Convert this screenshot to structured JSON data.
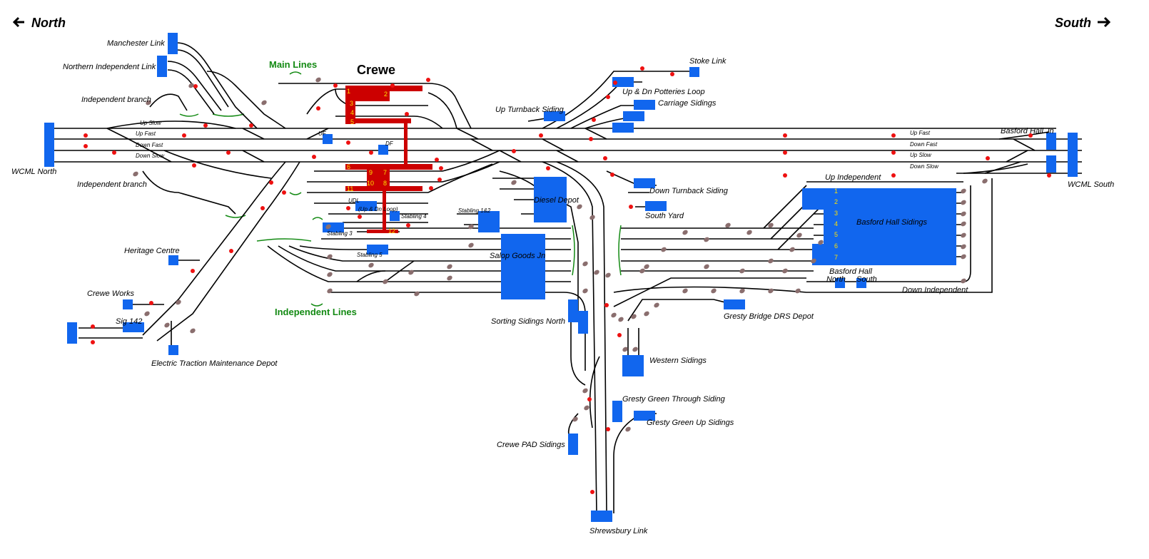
{
  "nav": {
    "north": "North",
    "south": "South"
  },
  "station": {
    "title": "Crewe"
  },
  "groups": {
    "main_lines": "Main Lines",
    "independent_lines": "Independent Lines"
  },
  "ends": {
    "wcml_north": "WCML North",
    "wcml_south": "WCML South",
    "shrewsbury": "Shrewsbury Link"
  },
  "lines_left": {
    "up_slow": "Up Slow",
    "up_fast": "Up Fast",
    "down_fast": "Down Fast",
    "down_slow": "Down Slow"
  },
  "lines_right": {
    "up_fast": "Up Fast",
    "down_fast": "Down Fast",
    "up_slow": "Up Slow",
    "down_slow": "Down Slow"
  },
  "labels": {
    "manchester_link": "Manchester Link",
    "northern_independent_link": "Northern Independent Link",
    "independent_branch_top": "Independent branch",
    "independent_branch_bottom": "Independent branch",
    "heritage_centre": "Heritage Centre",
    "crewe_works": "Crewe Works",
    "sig142": "Sig 142",
    "etmd": "Electric Traction Maintenance Depot",
    "stoke_link": "Stoke Link",
    "potteries_loop": "Up & Dn Potteries Loop",
    "carriage_sidings": "Carriage Sidings",
    "up_turnback": "Up Turnback Siding",
    "basford_hall_jn": "Basford Hall Jn",
    "up_independent": "Up Independent",
    "down_turnback": "Down Turnback Siding",
    "diesel_depot": "Diesel Depot",
    "south_yard": "South Yard",
    "basford_hall_sidings": "Basford Hall Sidings",
    "basford_hall": "Basford Hall",
    "north": "North",
    "south": "South",
    "down_independent": "Down Independent",
    "salop_goods_jn": "Salop Goods Jn",
    "sorting_sidings_north": "Sorting Sidings North",
    "gresty_bridge": "Gresty Bridge DRS Depot",
    "western_sidings": "Western Sidings",
    "gresty_green_through": "Gresty Green Through Siding",
    "gresty_green_up": "Gresty Green Up Sidings",
    "crewe_pad": "Crewe PAD Sidings",
    "uf": "UF",
    "df": "DF",
    "udl": "UDL",
    "up_dn_loop": "(Up & Dn Loop)",
    "stabling4": "Stabling 4",
    "stabling3": "Stabling 3",
    "stabling5": "Stabling 5",
    "stabling12": "Stabling 1&2"
  },
  "platforms": [
    "1",
    "2",
    "3",
    "4",
    "5",
    "6",
    "9",
    "7",
    "10",
    "8",
    "11",
    "12"
  ],
  "basford_roads": [
    "1",
    "2",
    "3",
    "4",
    "5",
    "6",
    "7"
  ],
  "colors": {
    "track_circuit": "#1166ee",
    "platform": "#cc0000",
    "signal": "#ee1111",
    "shunt_signal": "#8a6e6e",
    "group_label": "#138a13"
  }
}
